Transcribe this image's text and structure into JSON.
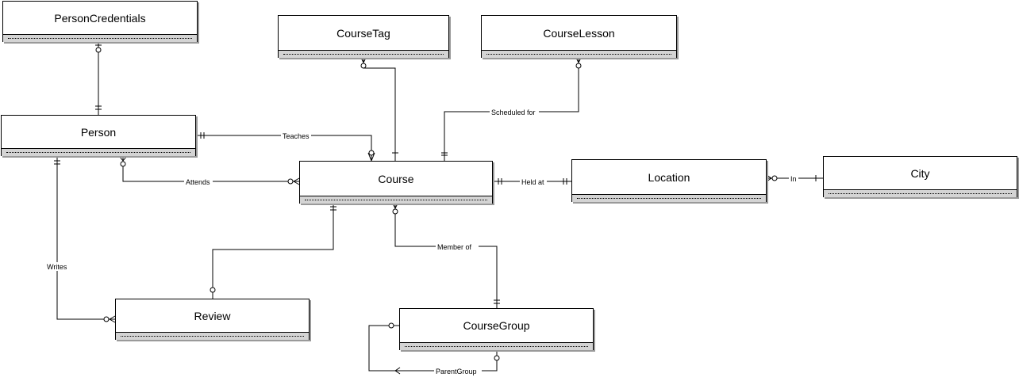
{
  "entities": {
    "person_credentials": "PersonCredentials",
    "course_tag": "CourseTag",
    "course_lesson": "CourseLesson",
    "person": "Person",
    "course": "Course",
    "location": "Location",
    "city": "City",
    "review": "Review",
    "course_group": "CourseGroup"
  },
  "relationships": {
    "teaches": "Teaches",
    "attends": "Attends",
    "scheduled_for": "Scheduled for",
    "held_at": "Held at",
    "in": "In",
    "writes": "Writes",
    "member_of": "Member of",
    "parent_group": "ParentGroup"
  }
}
